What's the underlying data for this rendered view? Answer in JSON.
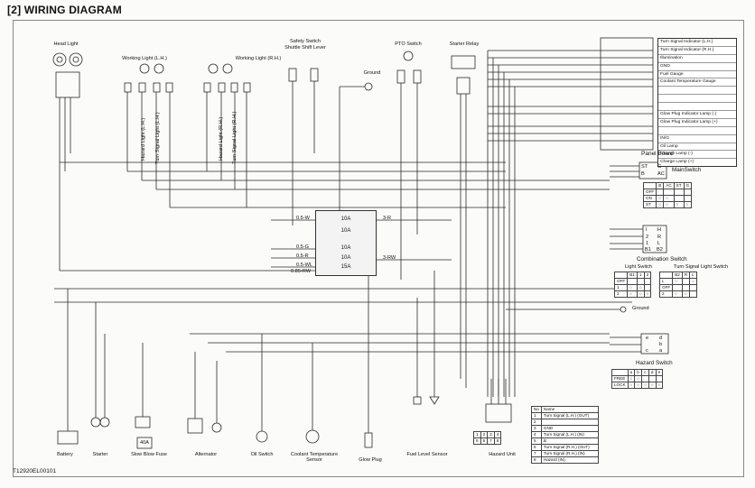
{
  "header": {
    "title": "[2]  WIRING  DIAGRAM"
  },
  "figure_code": "T12920EL00101",
  "components": {
    "head_light": "Head Light",
    "working_light_lh": "Working Light (L.H.)",
    "working_light_rh": "Working Light (R.H.)",
    "safety_switch": "Safety Switch",
    "shuttle_shift_lever": "Shuttle Shift Lever",
    "ground_top": "Ground",
    "pto_switch": "PTO Switch",
    "starter_relay": "Starter Relay",
    "panel_board": "Panel Board",
    "main_switch": "MainSwitch",
    "combination_switch": "Combination Switch",
    "ground_right": "Ground",
    "hazard_switch": "Hazard Switch",
    "battery": "Battery",
    "starter": "Starter",
    "slow_blow_fuse": "Slow Blow Fuse",
    "slow_blow_fuse_rating": "40A",
    "alternator": "Alternator",
    "oil_switch": "Oil Switch",
    "coolant_sensor": "Coolant Temperature Sensor",
    "glow_plug": "Glow Plug",
    "fuel_level_sensor": "Fuel Level Sensor",
    "hazard_unit": "Hazard Unit"
  },
  "panel_board_items": [
    "Turn Signal Indicator (L.H.)",
    "Turn Signal Indicator (R.H.)",
    "Illumination",
    "GND",
    "Fuel Gauge",
    "Coolant Temperature Gauge",
    "",
    "",
    "",
    "Glow Plug Indicator Lamp (-)",
    "Glow Plug Indicator Lamp (+)",
    "",
    "IN/G",
    "Oil Lamp",
    "Charge Lamp (-)",
    "Charge Lamp (+)"
  ],
  "vertical_tags": {
    "hazard_light_lh": "Hazard Light (L.H.)",
    "turn_signal_light_lh": "Turn Signal Light (L.H.)",
    "hazard_light_rh": "Hazard Light (R.H.)",
    "turn_signal_light_rh": "Turn Signal Light (R.H.)"
  },
  "fuses": [
    "10A",
    "10A",
    "10A",
    "10A",
    "15A"
  ],
  "fuse_wires": [
    "0.5-W",
    "0.5-G",
    "0.5-R",
    "0.5-WL",
    "0.85-RW",
    "3-R",
    "3-RW"
  ],
  "main_switch_table": {
    "connector_labels": [
      "ST",
      "G",
      "B",
      "AC"
    ],
    "header": [
      "",
      "B",
      "AC",
      "ST",
      "G"
    ],
    "rows": [
      "OFF",
      "ON",
      "ST"
    ]
  },
  "combination_switch": {
    "connector_labels": [
      "I",
      "H",
      "2",
      "R",
      "1",
      "L",
      "B1",
      "B2"
    ],
    "light_switch_title": "Light Switch",
    "turn_signal_title": "Turn Signal Light Switch",
    "light_header": [
      "",
      "B1",
      "1",
      "2"
    ],
    "light_rows": [
      "OFF",
      "1",
      "2"
    ],
    "turn_header": [
      "",
      "B2",
      "R",
      "L"
    ],
    "turn_rows": [
      "L",
      "OFF",
      "2"
    ]
  },
  "hazard_switch": {
    "connector_labels": [
      "e",
      "d",
      "b",
      "c",
      "a"
    ],
    "header": [
      "",
      "a",
      "b",
      "c",
      "d",
      "e"
    ],
    "rows": [
      "FREE",
      "LOCK"
    ]
  },
  "hazard_unit_terminals": [
    "1",
    "2",
    "3",
    "4",
    "5",
    "6",
    "7",
    "8"
  ],
  "hazard_unit_table": {
    "header": [
      "No",
      "Name"
    ],
    "rows": [
      [
        "1",
        "Turn Signal (L.H.) (OUT)"
      ],
      [
        "2",
        ""
      ],
      [
        "3",
        "GND"
      ],
      [
        "4",
        "Turn Signal (L.H.) (IN)"
      ],
      [
        "5",
        "B"
      ],
      [
        "6",
        "Turn Signal (R.H.) (OUT)"
      ],
      [
        "7",
        "Turn Signal (R.H.) (IN)"
      ],
      [
        "8",
        "Hazard (IN)"
      ]
    ]
  },
  "colors": {
    "wire": "#2a2a2a",
    "paper": "#fbfbf9",
    "ink": "#111111"
  }
}
